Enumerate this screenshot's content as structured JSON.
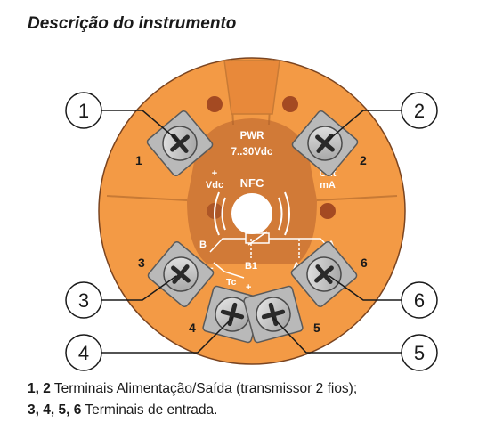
{
  "title": "Descrição do instrumento",
  "center": {
    "pwr": "PWR",
    "voltage": "7..30Vdc",
    "vdc_plus": "+",
    "vdc": "Vdc",
    "nfc": "NFC",
    "out": "Out",
    "ma": "mA",
    "b": "B",
    "a": "A",
    "b1": "B1",
    "a1": "A1",
    "tc": "Tc",
    "tc_minus": "-",
    "tc_plus": "+"
  },
  "terminals": [
    "1",
    "2",
    "3",
    "4",
    "5",
    "6"
  ],
  "callouts": [
    "1",
    "2",
    "3",
    "4",
    "5",
    "6"
  ],
  "legend": {
    "line1_bold": "1, 2",
    "line1_text": " Terminais Alimentação/Saída (transmissor 2 fios);",
    "line2_bold": "3, 4, 5, 6",
    "line2_text": " Terminais de entrada."
  },
  "colors": {
    "body": "#f39a45",
    "body_dark": "#d8823a",
    "center": "#b5602c",
    "screw": "#c8c8c8",
    "hole": "#a44a22",
    "outline": "#6b3a1a"
  }
}
